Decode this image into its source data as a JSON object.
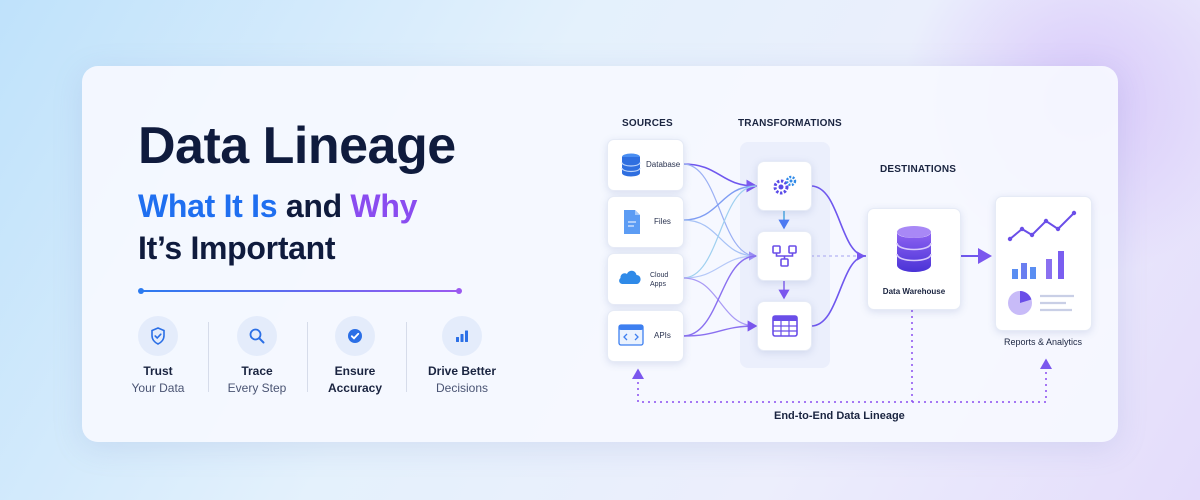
{
  "header": {
    "title": "Data Lineage",
    "subtitle_part1": "What It Is",
    "subtitle_part2": " and ",
    "subtitle_part3": "Why",
    "subtitle_line2": "It’s Important"
  },
  "benefits": [
    {
      "line1": "Trust",
      "line2": "Your Data",
      "icon": "shield-check-icon"
    },
    {
      "line1": "Trace",
      "line2": "Every Step",
      "icon": "magnifier-icon"
    },
    {
      "line1": "Ensure",
      "line2": "Accuracy",
      "icon": "check-badge-icon"
    },
    {
      "line1": "Drive Better",
      "line2": "Decisions",
      "icon": "bar-chart-icon"
    }
  ],
  "diagram": {
    "sources_heading": "SOURCES",
    "transformations_heading": "TRANSFORMATIONS",
    "destinations_heading": "DESTINATIONS",
    "sources": [
      {
        "label": "Database",
        "icon": "database-icon"
      },
      {
        "label": "Files",
        "icon": "file-icon"
      },
      {
        "label": "Cloud\nApps",
        "icon": "cloud-icon"
      },
      {
        "label": "APIs",
        "icon": "api-window-icon"
      }
    ],
    "transformations": [
      {
        "icon": "gears-icon"
      },
      {
        "icon": "workflow-icon"
      },
      {
        "icon": "table-icon"
      }
    ],
    "warehouse_label": "Data Warehouse",
    "reports_label": "Reports & Analytics",
    "lineage_label": "End-to-End Data Lineage"
  },
  "colors": {
    "navy": "#0f1b3d",
    "blue": "#1f6ff0",
    "purple": "#8a4cf0"
  }
}
